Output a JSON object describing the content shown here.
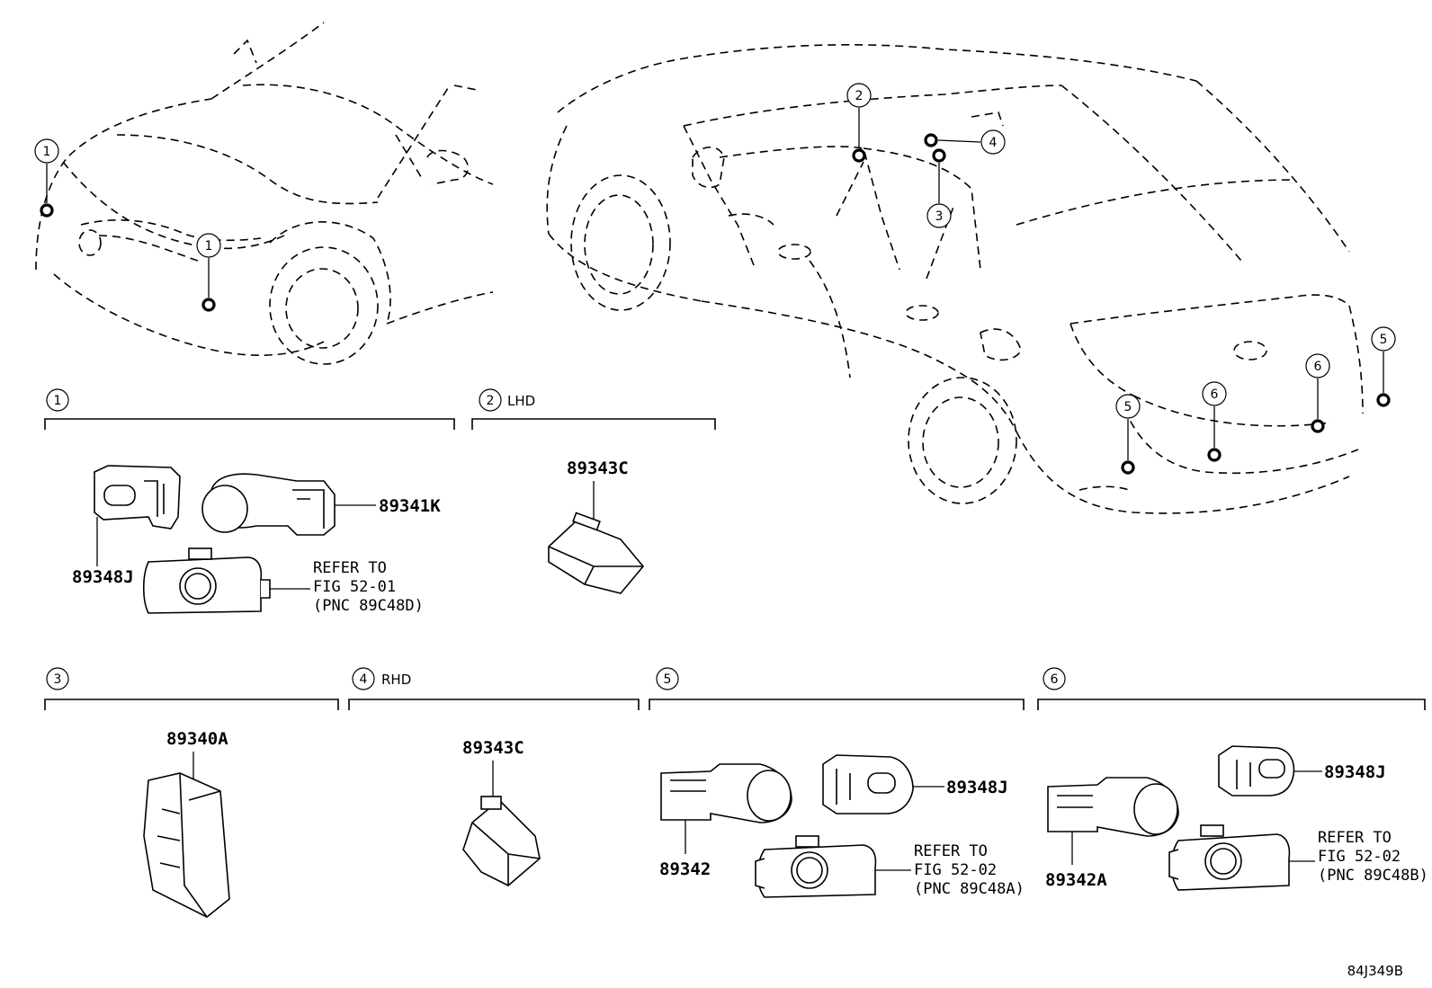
{
  "callouts": {
    "c1": "1",
    "c2": "2",
    "c3": "3",
    "c4": "4",
    "c5": "5",
    "c6": "6"
  },
  "groups": {
    "g1": {
      "num": "1",
      "note": ""
    },
    "g2": {
      "num": "2",
      "note": "LHD"
    },
    "g3": {
      "num": "3",
      "note": ""
    },
    "g4": {
      "num": "4",
      "note": "RHD"
    },
    "g5": {
      "num": "5",
      "note": ""
    },
    "g6": {
      "num": "6",
      "note": ""
    }
  },
  "parts": {
    "p89341K": "89341K",
    "p89348J_a": "89348J",
    "p89343C_a": "89343C",
    "p89340A": "89340A",
    "p89343C_b": "89343C",
    "p89342": "89342",
    "p89348J_b": "89348J",
    "p89342A": "89342A",
    "p89348J_c": "89348J"
  },
  "refs": {
    "r1": {
      "l1": "REFER TO",
      "l2": "FIG 52-01",
      "l3": "(PNC 89C48D)"
    },
    "r2": {
      "l1": "REFER TO",
      "l2": "FIG 52-02",
      "l3": "(PNC 89C48A)"
    },
    "r3": {
      "l1": "REFER TO",
      "l2": "FIG 52-02",
      "l3": "(PNC 89C48B)"
    }
  },
  "diagram_id": "84J349B"
}
